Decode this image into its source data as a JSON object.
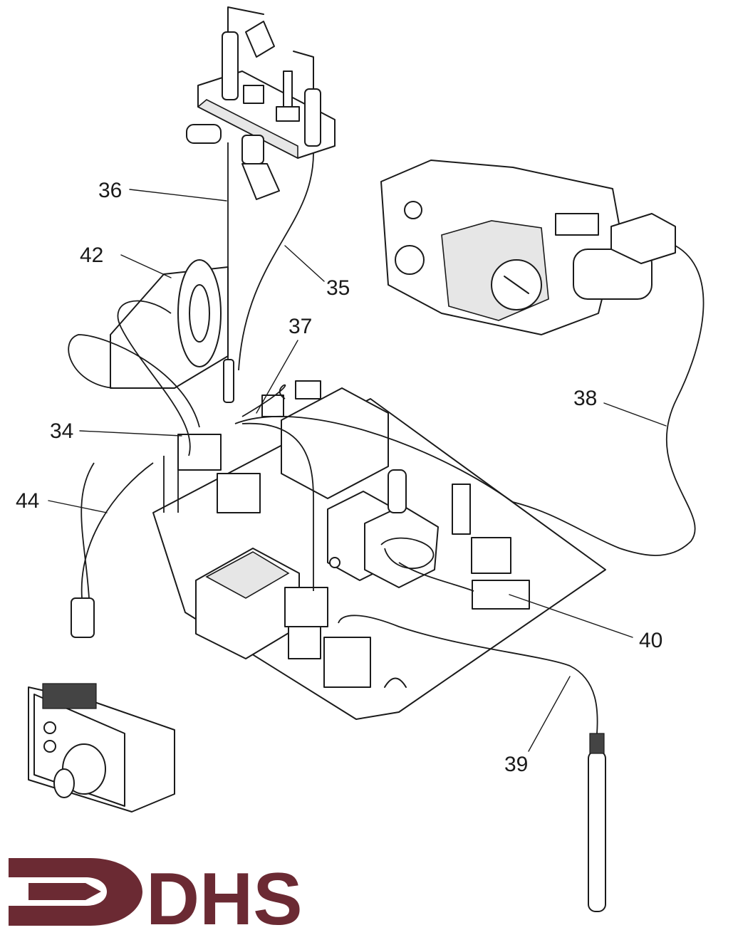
{
  "diagram": {
    "callouts": [
      {
        "id": "34",
        "label": "34"
      },
      {
        "id": "35",
        "label": "35"
      },
      {
        "id": "36",
        "label": "36"
      },
      {
        "id": "37",
        "label": "37"
      },
      {
        "id": "38",
        "label": "38"
      },
      {
        "id": "39",
        "label": "39"
      },
      {
        "id": "40",
        "label": "40"
      },
      {
        "id": "42",
        "label": "42"
      },
      {
        "id": "44",
        "label": "44"
      }
    ]
  },
  "logo": {
    "text": "DHS",
    "color": "#6b2a33"
  }
}
